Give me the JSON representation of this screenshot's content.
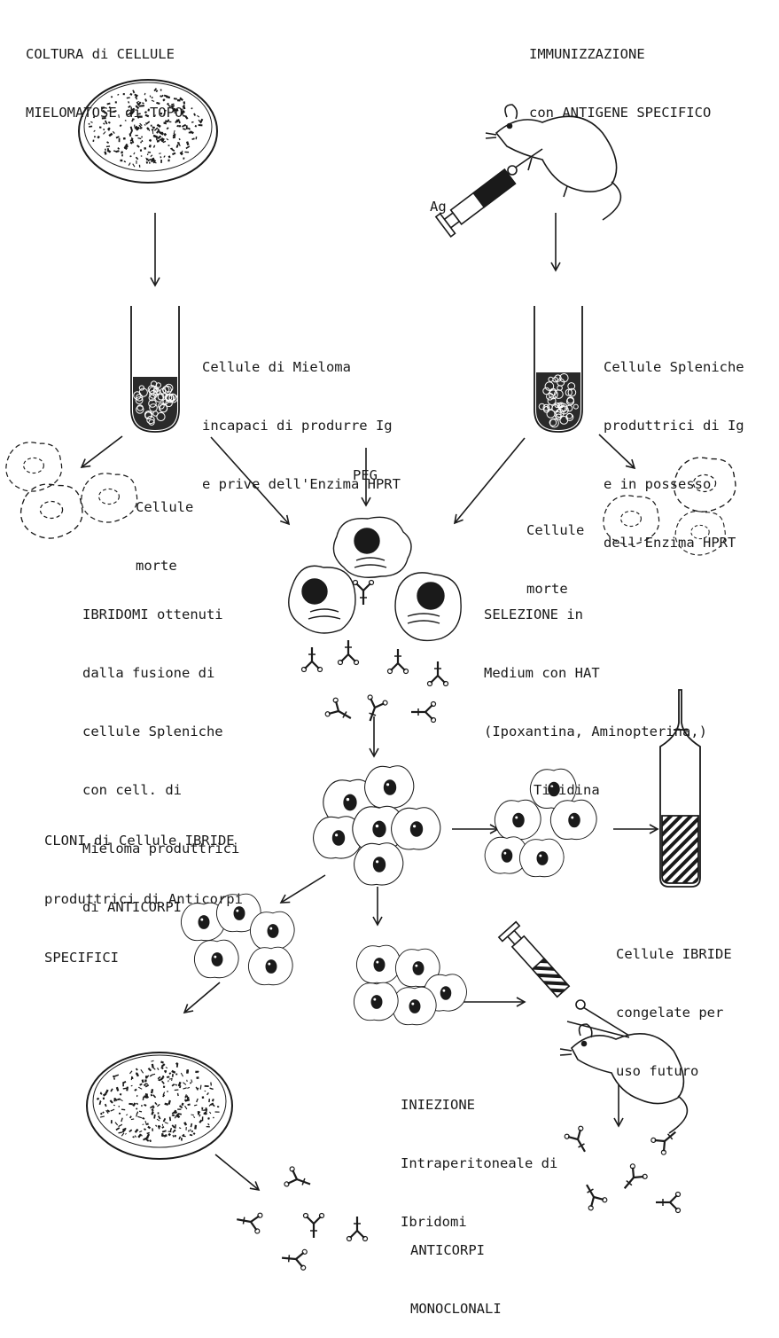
{
  "labels": {
    "coltura": [
      "COLTURA di CELLULE",
      "MIELOMATOSE di TOPO"
    ],
    "immunizzazione": [
      "IMMUNIZZAZIONE",
      "con ANTIGENE SPECIFICO"
    ],
    "ag": "Ag",
    "mieloma": [
      "Cellule di Mieloma",
      "incapaci di produrre Ig",
      "e prive dell'Enzima HPRT"
    ],
    "spleniche": [
      "Cellule Spleniche",
      "produttrici di Ig",
      "e in possesso",
      "dell'Enzima HPRT"
    ],
    "peg": "PEG",
    "morte_left": [
      "Cellule",
      "morte"
    ],
    "morte_right": [
      "Cellule",
      "morte"
    ],
    "ibridomi": [
      "IBRIDOMI ottenuti",
      "dalla fusione di",
      "cellule Spleniche",
      "con cell. di",
      "Mieloma produttrici",
      "di ANTICORPI"
    ],
    "selezione": [
      "SELEZIONE in",
      "Medium con HAT",
      "(Ipoxantina, Aminopterina,)",
      "      Timidina"
    ],
    "cloni": [
      "CLONI di Cellule IBRIDE",
      "produttrici di Anticorpi",
      "SPECIFICI"
    ],
    "congelate": [
      "Cellule IBRIDE",
      "congelate per",
      "uso futuro"
    ],
    "iniezione": [
      "INIEZIONE",
      "Intraperitoneale di",
      "Ibridomi"
    ],
    "anticorpi": [
      "ANTICORPI",
      "MONOCLONALI"
    ]
  },
  "colors": {
    "ink": "#1a1a1a",
    "paper": "#ffffff"
  }
}
